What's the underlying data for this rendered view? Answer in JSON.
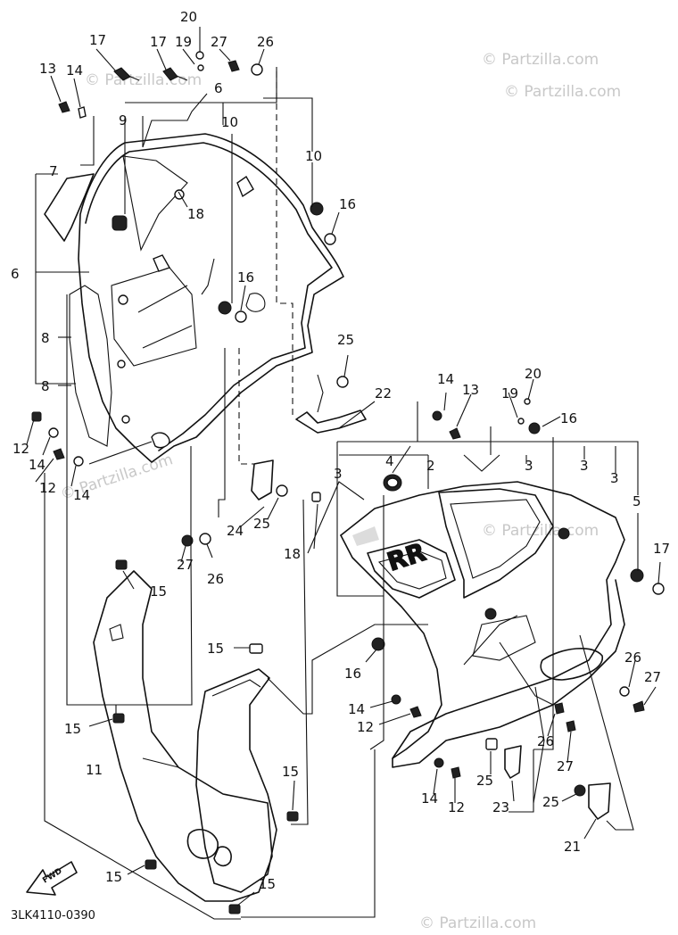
{
  "diagram": {
    "drawing_code": "3LK4110-0390",
    "watermark": "© Partzilla.com",
    "front_marker": "FWD",
    "callouts": [
      "20",
      "17",
      "17",
      "19",
      "27",
      "26",
      "13",
      "14",
      "6",
      "9",
      "10",
      "10",
      "18",
      "16",
      "7",
      "6",
      "16",
      "8",
      "8",
      "12",
      "14",
      "12",
      "14",
      "25",
      "22",
      "14",
      "13",
      "19",
      "20",
      "16",
      "4",
      "2",
      "3",
      "3",
      "3",
      "3",
      "5",
      "17",
      "24",
      "25",
      "18",
      "27",
      "26",
      "15",
      "15",
      "16",
      "14",
      "12",
      "15",
      "11",
      "15",
      "15",
      "15",
      "26",
      "27",
      "26",
      "27",
      "25",
      "23",
      "14",
      "12",
      "25",
      "21"
    ]
  }
}
